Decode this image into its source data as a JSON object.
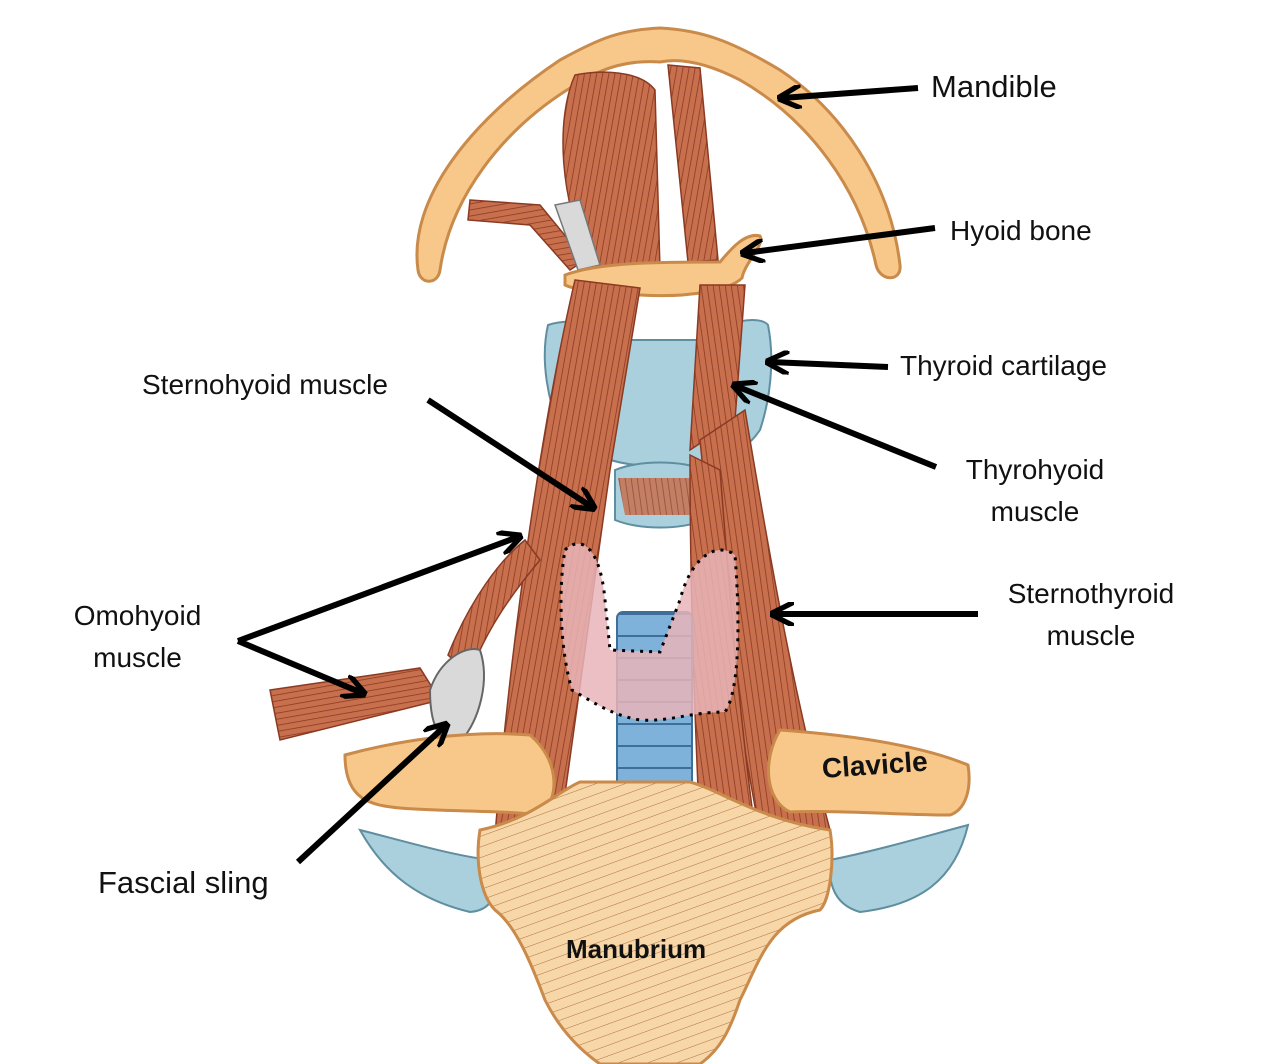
{
  "labels": {
    "mandible": "Mandible",
    "hyoid_bone": "Hyoid bone",
    "thyroid_cartilage": "Thyroid cartilage",
    "sternohyoid_muscle": "Sternohyoid muscle",
    "thyrohyoid_muscle": "Thyrohyoid\nmuscle",
    "omohyoid_muscle": "Omohyoid\nmuscle",
    "sternothyroid_muscle": "Sternothyroid\nmuscle",
    "clavicle": "Clavicle",
    "fascial_sling": "Fascial sling",
    "manubrium": "Manubrium"
  },
  "colors": {
    "bone": "#f7c88a",
    "bone_outline": "#c98a4a",
    "muscle": "#c8704e",
    "muscle_stripe": "#8a3a22",
    "cartilage": "#a9d0dc",
    "trachea": "#7fb2da",
    "thyroid_gland": "#e8b4b8",
    "fascia": "#d9d9d9",
    "arrow": "#000000"
  }
}
